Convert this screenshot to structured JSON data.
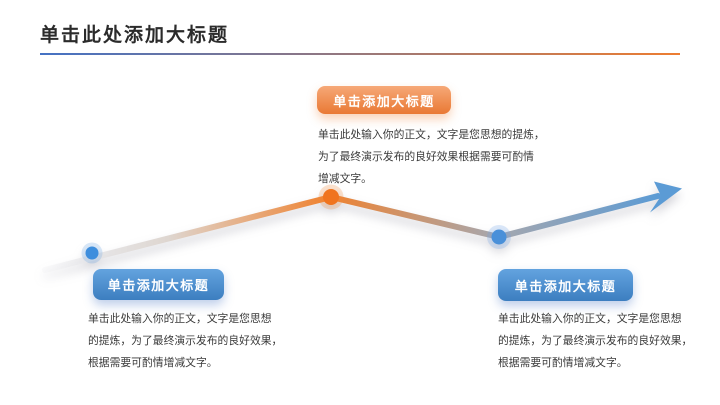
{
  "slide": {
    "title": "单击此处添加大标题",
    "accent_blue": "#4472C4",
    "accent_orange": "#ED7D31"
  },
  "callouts": {
    "top": {
      "button_label": "单击添加大标题",
      "color": "#ED7D31",
      "lines": [
        "单击此处输入你的正文，文字是您思想的提炼，",
        "为了最终演示发布的良好效果根据需要可酌情",
        "增减文字。"
      ]
    },
    "left": {
      "button_label": "单击添加大标题",
      "color": "#4472C4",
      "lines": [
        "单击此处输入你的正文，文字是您思想",
        "的提炼，为了最终演示发布的良好效果，",
        "根据需要可酌情增减文字。"
      ]
    },
    "right": {
      "button_label": "单击添加大标题",
      "color": "#4472C4",
      "lines": [
        "单击此处输入你的正文，文字是您思想",
        "的提炼，为了最终演示发布的良好效果，",
        "根据需要可酌情增减文字。"
      ]
    }
  },
  "diagram": {
    "line_gradient": [
      "#F1F1F3",
      "#E6E6E9",
      "#DED6D0",
      "#EF8230",
      "#A7A7AD",
      "#5B9BD5"
    ],
    "dot_colors": [
      "#3E8EDD",
      "#F0741F",
      "#4A90D9"
    ],
    "arrow_color": "#5B9BD5"
  }
}
